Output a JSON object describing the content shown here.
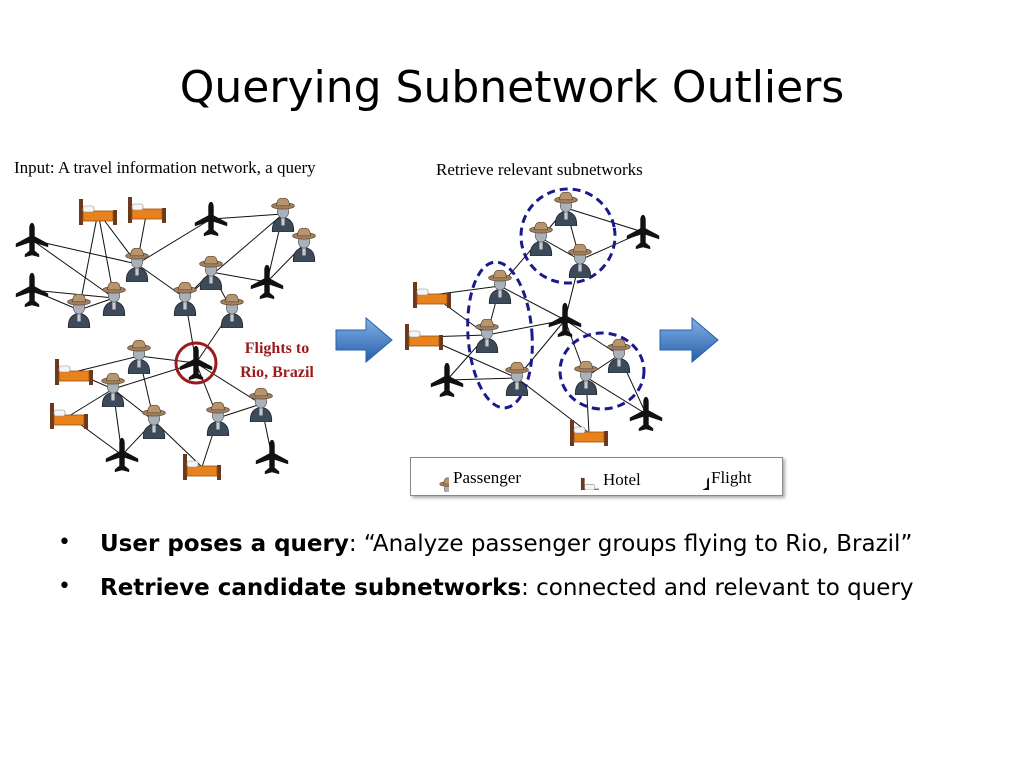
{
  "title": "Querying Subnetwork Outliers",
  "left_panel": {
    "caption": "Input: A travel information network, a query",
    "query_label_line1": "Flights to",
    "query_label_line2": "Rio, Brazil"
  },
  "right_panel": {
    "caption": "Retrieve relevant subnetworks"
  },
  "legend": {
    "passenger": "Passenger",
    "hotel": "Hotel",
    "flight": "Flight"
  },
  "bullets": [
    {
      "bold": "User poses a query",
      "rest": ": “Analyze passenger groups flying to Rio, Brazil”"
    },
    {
      "bold": "Retrieve candidate subnetworks",
      "rest": ": connected and relevant to query"
    }
  ],
  "colors": {
    "query_circle": "#9b1b1b",
    "query_text": "#9b1b1b",
    "subnetwork_outline": "#1a1a8c",
    "arrow_fill": "#3a78c4",
    "passenger_hat": "#a08060",
    "passenger_body": "#3c4a5a",
    "hotel_bed": "#e8821c"
  }
}
